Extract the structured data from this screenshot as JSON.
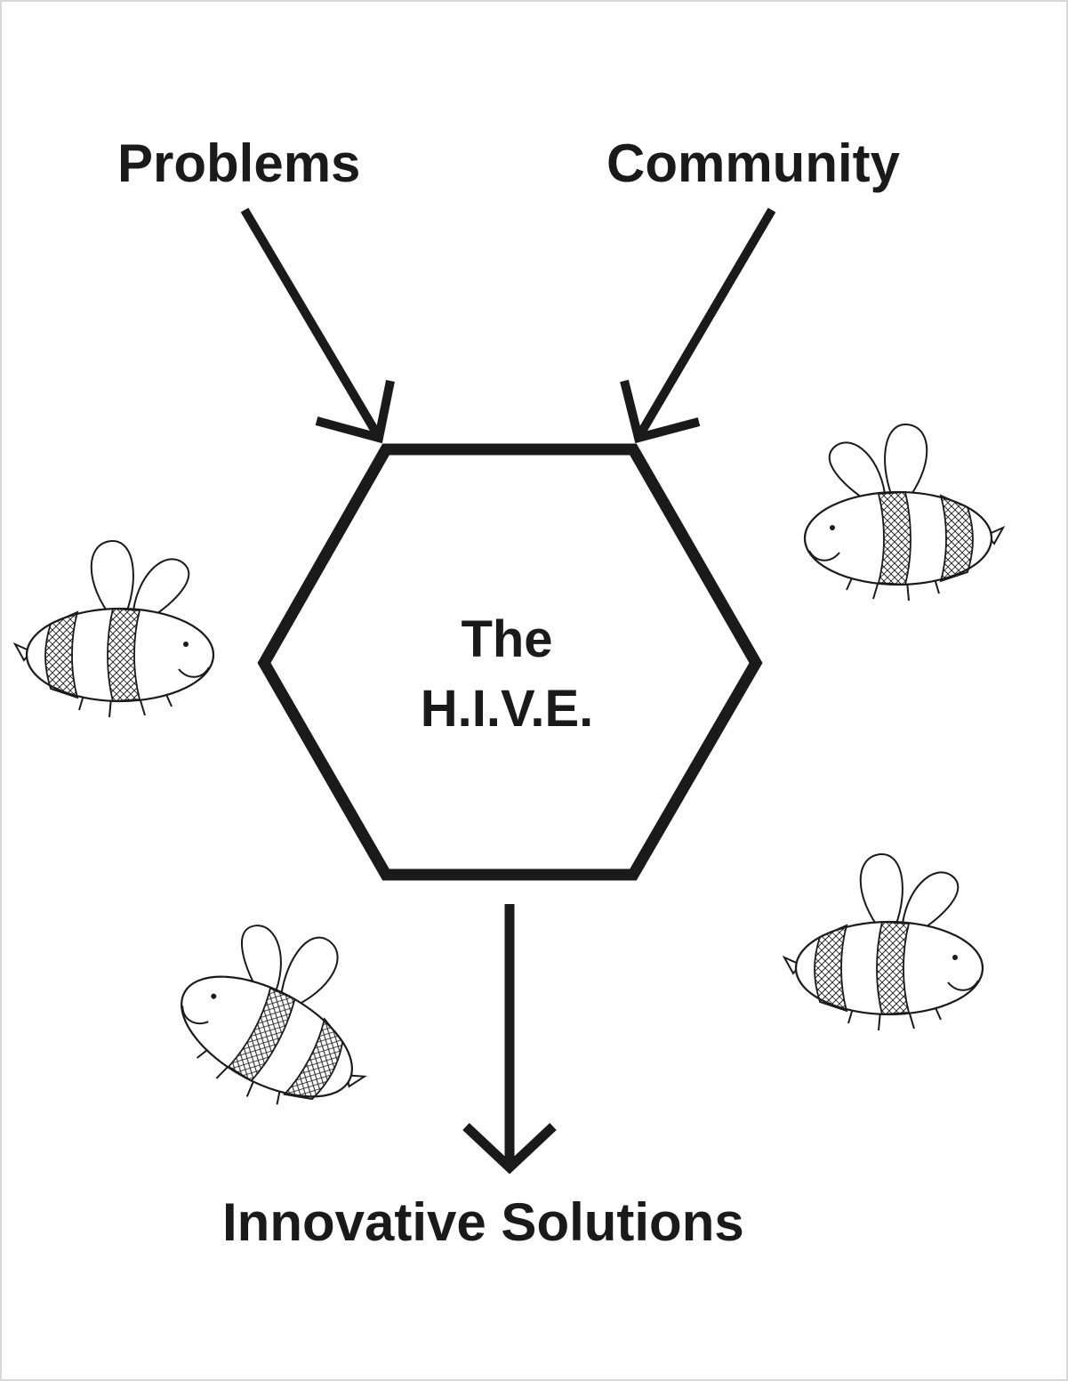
{
  "diagram": {
    "inputs": [
      {
        "label": "Problems"
      },
      {
        "label": "Community"
      }
    ],
    "center": {
      "line1": "The",
      "line2": "H.I.V.E."
    },
    "output": {
      "label": "Innovative Solutions"
    },
    "colors": {
      "ink": "#1a1a1a",
      "border": "#d6d6d6",
      "background": "#ffffff"
    },
    "decorations": [
      "bee-illustration",
      "bee-illustration",
      "bee-illustration",
      "bee-illustration"
    ]
  }
}
